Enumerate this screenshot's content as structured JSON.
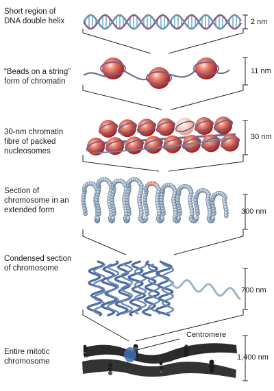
{
  "stages": [
    {
      "id": "dna",
      "lines": [
        "Short region of",
        "DNA double helix"
      ],
      "size": "2 nm"
    },
    {
      "id": "beads",
      "lines": [
        "“Beads on a string”",
        "form of chromatin"
      ],
      "size": "11 nm"
    },
    {
      "id": "fibre",
      "lines": [
        "30-nm chromatin",
        "fibre of packed",
        "nucleosomes"
      ],
      "size": "30 nm"
    },
    {
      "id": "extended",
      "lines": [
        "Section of",
        "chromosome in an",
        "extended form"
      ],
      "size": "300 nm"
    },
    {
      "id": "condensed",
      "lines": [
        "Condensed section",
        "of chromosome"
      ],
      "size": "700 nm"
    },
    {
      "id": "mitotic",
      "lines": [
        "Entire mitotic",
        "chromosome"
      ],
      "size": "1,400 nm"
    }
  ],
  "centromere_label": "Centromere",
  "colors": {
    "dna_strand": "#8a5a8c",
    "dna_strand_2": "#6f8fae",
    "base_pairs": "#5aa6c8",
    "nucleosome": "#c9352f",
    "nucleosome_highlight": "#f4c2b5",
    "linker": "#6b6f8a",
    "bead": "#8fa4b8",
    "bead_highlight": "#e0896e",
    "condensed": "#4d6a9e",
    "condensed_light": "#9cb6cc",
    "chromosome": "#2a2a2a",
    "centromere": "#3f6fb0",
    "lines": "#222222"
  }
}
